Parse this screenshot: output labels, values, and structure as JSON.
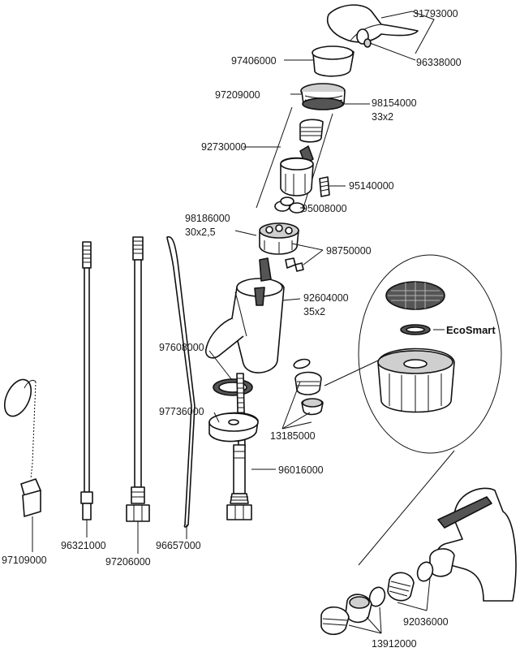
{
  "parts": [
    {
      "id": "p1",
      "label": "31793000"
    },
    {
      "id": "p2",
      "label": "96338000"
    },
    {
      "id": "p3",
      "label": "97406000"
    },
    {
      "id": "p4",
      "label": "97209000"
    },
    {
      "id": "p5",
      "label": "98154000",
      "sub": "33x2"
    },
    {
      "id": "p6",
      "label": "92730000"
    },
    {
      "id": "p7",
      "label": "95140000"
    },
    {
      "id": "p8",
      "label": "95008000"
    },
    {
      "id": "p9",
      "label": "98186000",
      "sub": "30x2,5"
    },
    {
      "id": "p10",
      "label": "98750000"
    },
    {
      "id": "p11",
      "label": "92604000",
      "sub": "35x2"
    },
    {
      "id": "p12",
      "label": "97608000"
    },
    {
      "id": "p13",
      "label": "97736000"
    },
    {
      "id": "p14",
      "label": "13185000"
    },
    {
      "id": "p15",
      "label": "96016000"
    },
    {
      "id": "p16",
      "label": "96321000"
    },
    {
      "id": "p17",
      "label": "97206000"
    },
    {
      "id": "p18",
      "label": "96657000"
    },
    {
      "id": "p19",
      "label": "97109000"
    },
    {
      "id": "p20",
      "label": "92036000"
    },
    {
      "id": "p21",
      "label": "13912000"
    }
  ],
  "callout_label": "EcoSmart"
}
